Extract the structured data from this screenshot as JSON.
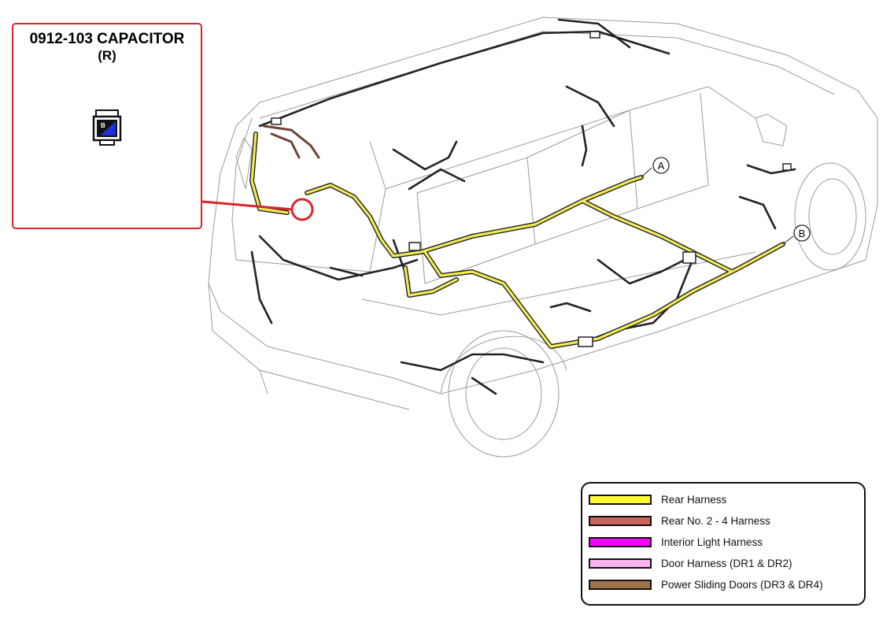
{
  "callout": {
    "title": "0912-103 CAPACITOR",
    "subtitle": "(R)",
    "connector_letter": "B"
  },
  "markers": [
    {
      "label": "A"
    },
    {
      "label": "B"
    }
  ],
  "legend": {
    "items": [
      {
        "label": "Rear Harness",
        "color": "#ffff33"
      },
      {
        "label": "Rear No. 2 - 4 Harness",
        "color": "#c8645a"
      },
      {
        "label": "Interior Light Harness",
        "color": "#ff00ff"
      },
      {
        "label": "Door Harness (DR1 & DR2)",
        "color": "#ffb3f0"
      },
      {
        "label": "Power Sliding Doors (DR3 & DR4)",
        "color": "#a0724a"
      }
    ]
  },
  "colors": {
    "callout_red": "#d9262b",
    "harness_yellow": "#f2ea55",
    "wire_black": "#222222",
    "wire_brown": "#7a4a3a"
  }
}
